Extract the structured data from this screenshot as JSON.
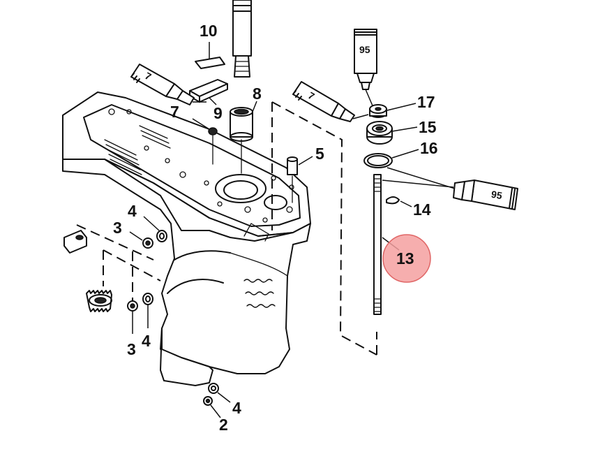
{
  "callouts": {
    "c10": "10",
    "c8": "8",
    "c7": "7",
    "c9": "9",
    "c5": "5",
    "c4a": "4",
    "c3a": "3",
    "c3b": "3",
    "c4b": "4",
    "c4c": "4",
    "c2": "2",
    "c17": "17",
    "c15": "15",
    "c16": "16",
    "c14": "14",
    "c13": "13"
  },
  "tubes": {
    "t7a": "7",
    "t7b": "7",
    "t95a": "95",
    "t95b": "95"
  },
  "colors": {
    "highlight": "#f4a0a0",
    "highlight_stroke": "#e06666",
    "ink": "#111111"
  }
}
